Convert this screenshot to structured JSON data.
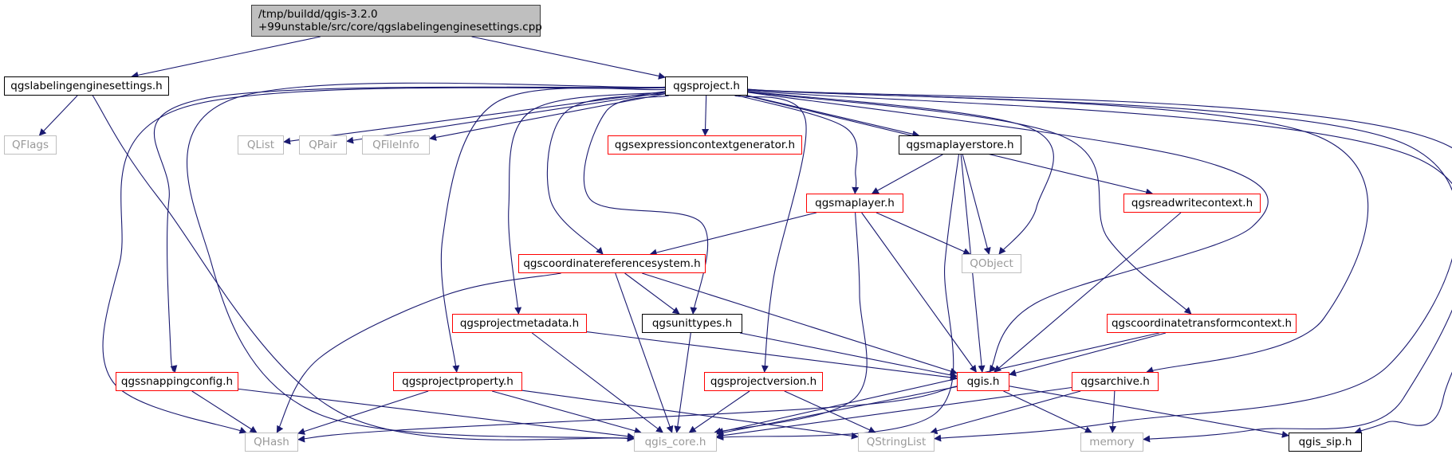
{
  "nodes": [
    {
      "id": "root",
      "label": "/tmp/buildd/qgis-3.2.0\n+99unstable/src/core/qgslabelingenginesettings.cpp",
      "style": "root",
      "linked": false
    },
    {
      "id": "qgslabelingenginesettings_h",
      "label": "qgslabelingenginesettings.h",
      "style": "black",
      "linked": true
    },
    {
      "id": "qgsproject_h",
      "label": "qgsproject.h",
      "style": "black",
      "linked": true
    },
    {
      "id": "QFlags",
      "label": "QFlags",
      "style": "gray",
      "linked": false
    },
    {
      "id": "QList",
      "label": "QList",
      "style": "gray",
      "linked": false
    },
    {
      "id": "QPair",
      "label": "QPair",
      "style": "gray",
      "linked": false
    },
    {
      "id": "QFileInfo",
      "label": "QFileInfo",
      "style": "gray",
      "linked": false
    },
    {
      "id": "qgsexpressioncontextgenerator_h",
      "label": "qgsexpressioncontextgenerator.h",
      "style": "red",
      "linked": true
    },
    {
      "id": "qgsmaplayerstore_h",
      "label": "qgsmaplayerstore.h",
      "style": "black",
      "linked": true
    },
    {
      "id": "qgsmaplayer_h",
      "label": "qgsmaplayer.h",
      "style": "red",
      "linked": true
    },
    {
      "id": "qgsreadwritecontext_h",
      "label": "qgsreadwritecontext.h",
      "style": "red",
      "linked": true
    },
    {
      "id": "qgscoordinatereferencesystem_h",
      "label": "qgscoordinatereferencesystem.h",
      "style": "red",
      "linked": true
    },
    {
      "id": "QObject",
      "label": "QObject",
      "style": "gray",
      "linked": false
    },
    {
      "id": "qgsprojectmetadata_h",
      "label": "qgsprojectmetadata.h",
      "style": "red",
      "linked": true
    },
    {
      "id": "qgsunittypes_h",
      "label": "qgsunittypes.h",
      "style": "black",
      "linked": true
    },
    {
      "id": "qgscoordinatetransformcontext_h",
      "label": "qgscoordinatetransformcontext.h",
      "style": "red",
      "linked": true
    },
    {
      "id": "qgssnappingconfig_h",
      "label": "qgssnappingconfig.h",
      "style": "red",
      "linked": true
    },
    {
      "id": "qgsprojectproperty_h",
      "label": "qgsprojectproperty.h",
      "style": "red",
      "linked": true
    },
    {
      "id": "qgsprojectversion_h",
      "label": "qgsprojectversion.h",
      "style": "red",
      "linked": true
    },
    {
      "id": "qgis_h",
      "label": "qgis.h",
      "style": "red",
      "linked": true
    },
    {
      "id": "qgsarchive_h",
      "label": "qgsarchive.h",
      "style": "red",
      "linked": true
    },
    {
      "id": "QHash",
      "label": "QHash",
      "style": "gray",
      "linked": false
    },
    {
      "id": "qgis_core_h",
      "label": "qgis_core.h",
      "style": "gray",
      "linked": false
    },
    {
      "id": "QStringList",
      "label": "QStringList",
      "style": "gray",
      "linked": false
    },
    {
      "id": "memory",
      "label": "memory",
      "style": "gray",
      "linked": false
    },
    {
      "id": "qgis_sip_h",
      "label": "qgis_sip.h",
      "style": "black",
      "linked": true
    }
  ],
  "edges": [
    [
      "root",
      "qgslabelingenginesettings_h"
    ],
    [
      "root",
      "qgsproject_h"
    ],
    [
      "qgslabelingenginesettings_h",
      "QFlags"
    ],
    [
      "qgslabelingenginesettings_h",
      "qgis_core_h"
    ],
    [
      "qgsproject_h",
      "QList"
    ],
    [
      "qgsproject_h",
      "QPair"
    ],
    [
      "qgsproject_h",
      "QFileInfo"
    ],
    [
      "qgsproject_h",
      "qgsexpressioncontextgenerator_h"
    ],
    [
      "qgsproject_h",
      "qgsmaplayerstore_h"
    ],
    [
      "qgsproject_h",
      "qgsmaplayer_h"
    ],
    [
      "qgsproject_h",
      "qgsreadwritecontext_h"
    ],
    [
      "qgsproject_h",
      "qgscoordinatereferencesystem_h"
    ],
    [
      "qgsproject_h",
      "QObject"
    ],
    [
      "qgsproject_h",
      "qgsprojectmetadata_h"
    ],
    [
      "qgsproject_h",
      "qgsunittypes_h"
    ],
    [
      "qgsproject_h",
      "qgscoordinatetransformcontext_h"
    ],
    [
      "qgsproject_h",
      "qgssnappingconfig_h"
    ],
    [
      "qgsproject_h",
      "qgsprojectproperty_h"
    ],
    [
      "qgsproject_h",
      "qgsprojectversion_h"
    ],
    [
      "qgsproject_h",
      "qgis_h"
    ],
    [
      "qgsproject_h",
      "qgsarchive_h"
    ],
    [
      "qgsproject_h",
      "QHash"
    ],
    [
      "qgsproject_h",
      "qgis_core_h"
    ],
    [
      "qgsproject_h",
      "QStringList"
    ],
    [
      "qgsproject_h",
      "memory"
    ],
    [
      "qgsproject_h",
      "qgis_sip_h"
    ],
    [
      "qgsmaplayerstore_h",
      "qgsmaplayer_h"
    ],
    [
      "qgsmaplayerstore_h",
      "QObject"
    ],
    [
      "qgsmaplayerstore_h",
      "qgis_h"
    ],
    [
      "qgsmaplayerstore_h",
      "qgis_core_h"
    ],
    [
      "qgsmaplayer_h",
      "qgscoordinatereferencesystem_h"
    ],
    [
      "qgsmaplayer_h",
      "QObject"
    ],
    [
      "qgsmaplayer_h",
      "qgis_h"
    ],
    [
      "qgsmaplayer_h",
      "qgis_core_h"
    ],
    [
      "qgsreadwritecontext_h",
      "qgis_h"
    ],
    [
      "qgscoordinatereferencesystem_h",
      "qgsunittypes_h"
    ],
    [
      "qgscoordinatereferencesystem_h",
      "qgis_h"
    ],
    [
      "qgscoordinatereferencesystem_h",
      "QHash"
    ],
    [
      "qgscoordinatereferencesystem_h",
      "qgis_core_h"
    ],
    [
      "qgsprojectmetadata_h",
      "qgis_h"
    ],
    [
      "qgsprojectmetadata_h",
      "qgis_core_h"
    ],
    [
      "qgsunittypes_h",
      "qgis_h"
    ],
    [
      "qgsunittypes_h",
      "qgis_core_h"
    ],
    [
      "qgscoordinatetransformcontext_h",
      "qgis_h"
    ],
    [
      "qgscoordinatetransformcontext_h",
      "qgis_core_h"
    ],
    [
      "qgssnappingconfig_h",
      "QHash"
    ],
    [
      "qgssnappingconfig_h",
      "qgis_core_h"
    ],
    [
      "qgsprojectproperty_h",
      "QHash"
    ],
    [
      "qgsprojectproperty_h",
      "qgis_core_h"
    ],
    [
      "qgsprojectproperty_h",
      "QStringList"
    ],
    [
      "qgsprojectversion_h",
      "qgis_core_h"
    ],
    [
      "qgsprojectversion_h",
      "QStringList"
    ],
    [
      "qgis_h",
      "QHash"
    ],
    [
      "qgis_h",
      "qgis_core_h"
    ],
    [
      "qgis_h",
      "memory"
    ],
    [
      "qgis_h",
      "qgis_sip_h"
    ],
    [
      "qgsarchive_h",
      "qgis_core_h"
    ],
    [
      "qgsarchive_h",
      "QStringList"
    ],
    [
      "qgsarchive_h",
      "memory"
    ]
  ],
  "colors": {
    "edge": "#191970",
    "border_linked": "#000000",
    "border_incomplete": "#ff0000",
    "border_external": "#bfbfbf",
    "root_fill": "#bfbfbf"
  }
}
